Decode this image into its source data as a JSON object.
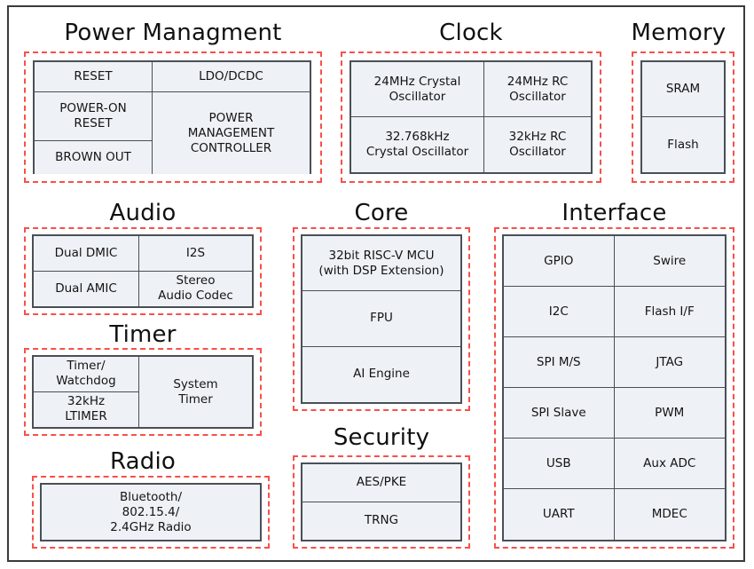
{
  "diagram": {
    "title_hidden": "SoC Block Diagram",
    "accent_dashed_color": "#f8504b",
    "block_fill_color": "#eef1f6",
    "block_border_color": "#4a4f57",
    "chip_border_color": "#3b3b3b"
  },
  "sections": {
    "power_management": {
      "title": "Power Managment",
      "blocks": {
        "reset": "RESET",
        "power_on_reset": "POWER-ON\nRESET",
        "brown_out": "BROWN OUT",
        "ldo_dcdc": "LDO/DCDC",
        "pmc": "POWER\nMANAGEMENT\nCONTROLLER"
      }
    },
    "clock": {
      "title": "Clock",
      "blocks": {
        "xtal_24m": "24MHz Crystal\nOscillator",
        "rc_24m": "24MHz RC\nOscillator",
        "xtal_32k768": "32.768kHz\nCrystal Oscillator",
        "rc_32k": "32kHz RC\nOscillator"
      }
    },
    "memory": {
      "title": "Memory",
      "blocks": {
        "sram": "SRAM",
        "flash": "Flash"
      }
    },
    "audio": {
      "title": "Audio",
      "blocks": {
        "dual_dmic": "Dual DMIC",
        "i2s": "I2S",
        "dual_amic": "Dual AMIC",
        "stereo_codec": "Stereo\nAudio Codec"
      }
    },
    "timer": {
      "title": "Timer",
      "blocks": {
        "timer_watchdog": "Timer/\nWatchdog",
        "ltimer_32k": "32kHz\nLTIMER",
        "system_timer": "System\nTimer"
      }
    },
    "radio": {
      "title": "Radio",
      "blocks": {
        "radio": "Bluetooth/\n802.15.4/\n2.4GHz Radio"
      }
    },
    "core": {
      "title": "Core",
      "blocks": {
        "mcu": "32bit RISC-V MCU\n(with DSP Extension)",
        "fpu": "FPU",
        "ai_engine": "AI Engine"
      }
    },
    "security": {
      "title": "Security",
      "blocks": {
        "aes_pke": "AES/PKE",
        "trng": "TRNG"
      }
    },
    "interface": {
      "title": "Interface",
      "blocks": {
        "gpio": "GPIO",
        "swire": "Swire",
        "i2c": "I2C",
        "flash_if": "Flash I/F",
        "spi_ms": "SPI M/S",
        "jtag": "JTAG",
        "spi_slave": "SPI Slave",
        "pwm": "PWM",
        "usb": "USB",
        "aux_adc": "Aux ADC",
        "uart": "UART",
        "mdec": "MDEC"
      }
    }
  }
}
